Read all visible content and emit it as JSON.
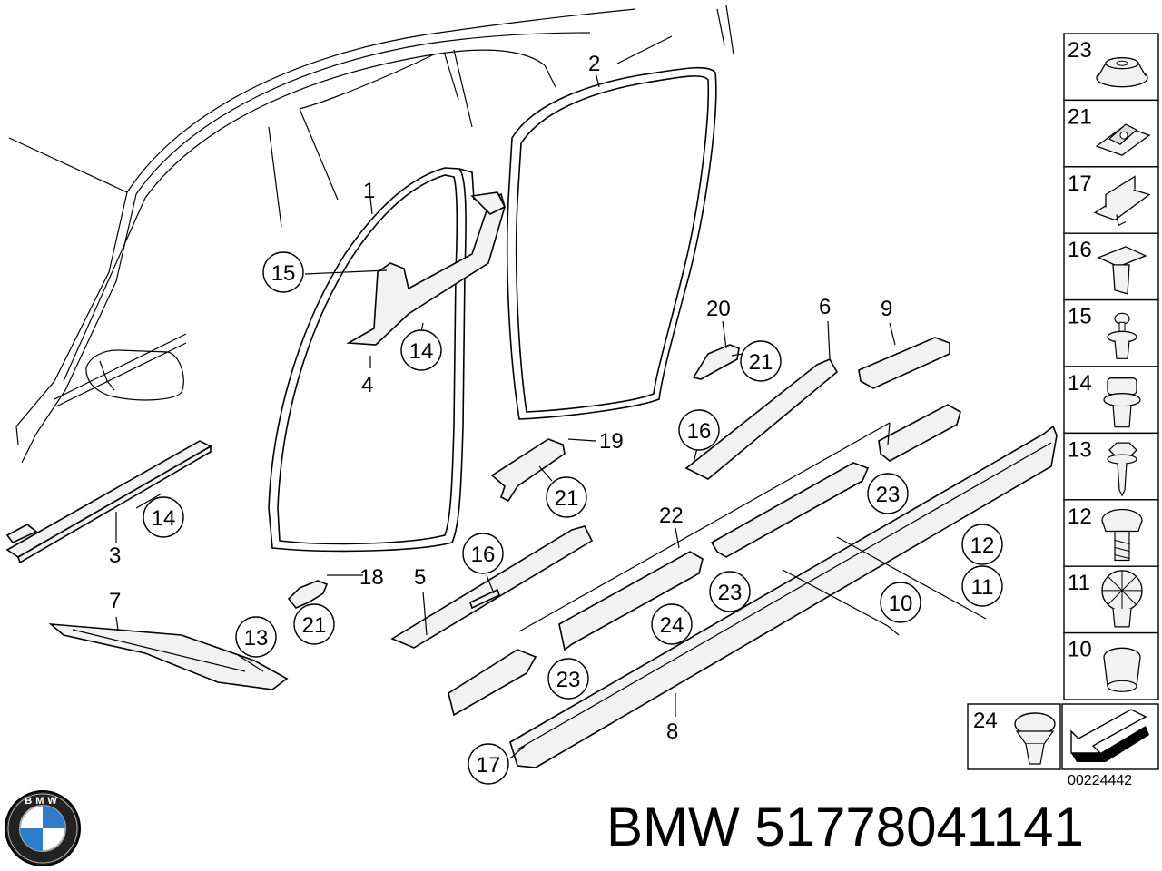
{
  "brand": "BMW",
  "part_number": "51778041141",
  "footer_title": "BMW 51778041141",
  "diagram_id": "00224442",
  "logo_letters": "BMW",
  "labels": {
    "l1": "1",
    "l2": "2",
    "l3": "3",
    "l4": "4",
    "l5": "5",
    "l6": "6",
    "l7": "7",
    "l8": "8",
    "l9": "9",
    "l18": "18",
    "l19": "19",
    "l20": "20",
    "l22": "22"
  },
  "bubbles": {
    "b15": "15",
    "b14a": "14",
    "b14b": "14",
    "b16a": "16",
    "b16b": "16",
    "b21a": "21",
    "b21b": "21",
    "b21c": "21",
    "b13": "13",
    "b23a": "23",
    "b23b": "23",
    "b23c": "23",
    "b24": "24",
    "b10": "10",
    "b11": "11",
    "b12": "12",
    "b17": "17"
  },
  "parts_panel": [
    {
      "num": "23",
      "icon": "grommet-icon"
    },
    {
      "num": "21",
      "icon": "clip-nut-icon"
    },
    {
      "num": "17",
      "icon": "bracket-clip-icon"
    },
    {
      "num": "16",
      "icon": "push-rivet-icon"
    },
    {
      "num": "15",
      "icon": "expanding-rivet-icon"
    },
    {
      "num": "14",
      "icon": "clip-icon"
    },
    {
      "num": "13",
      "icon": "hex-screw-icon"
    },
    {
      "num": "12",
      "icon": "collar-screw-icon"
    },
    {
      "num": "11",
      "icon": "spread-rivet-icon"
    },
    {
      "num": "10",
      "icon": "plug-icon"
    }
  ],
  "panel_bottom": {
    "num": "24",
    "icon": "button-clip-icon",
    "extra_icon": "arrow-icon"
  }
}
